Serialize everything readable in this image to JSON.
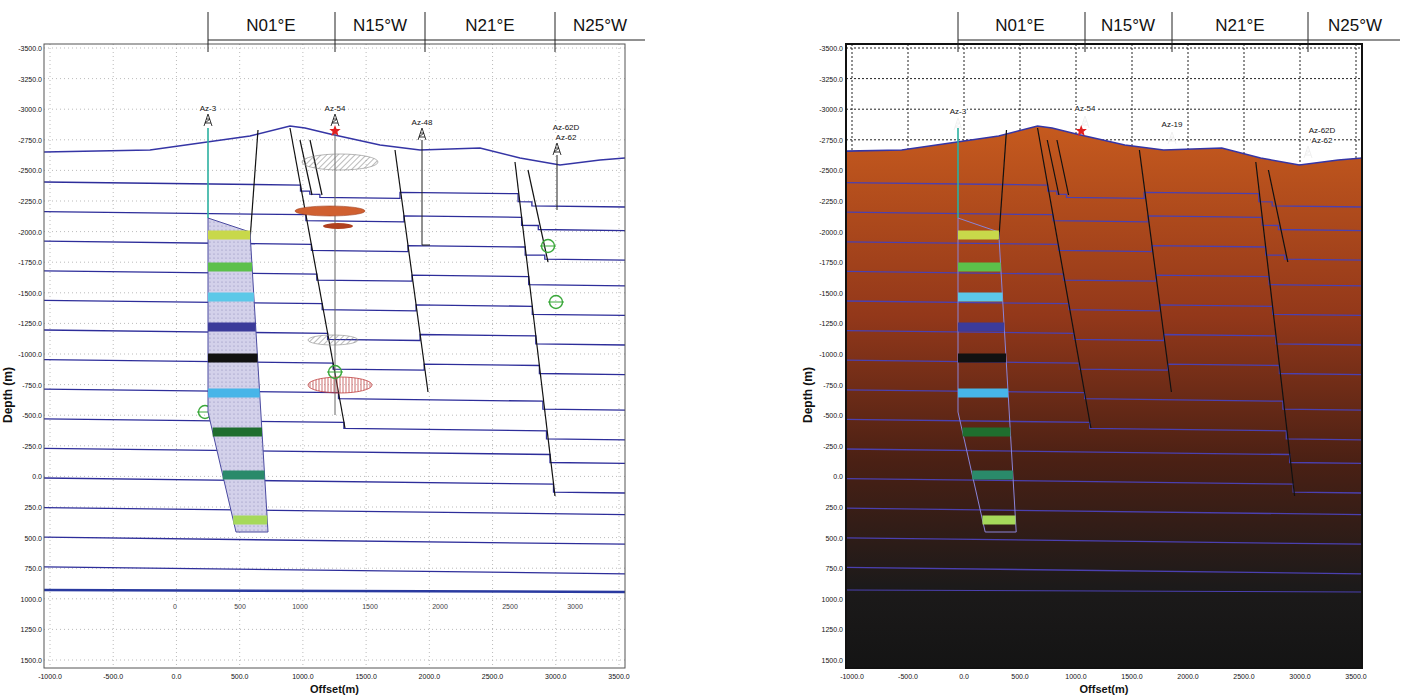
{
  "diagram": {
    "labels": [
      "N01°E",
      "N15°W",
      "N21°E",
      "N25°W",
      "Depth (m)",
      "-3500.0",
      "-3250.0",
      "-3000.0",
      "-2750.0",
      "-2500.0",
      "-2250.0",
      "-2000.0",
      "-1750.0",
      "-1500.0",
      "-1250.0",
      "-1000.0",
      "-750.0",
      "-500.0",
      "-250.0",
      "0.0",
      "250.0",
      "500.0",
      "750.0",
      "1000.0",
      "1250.0",
      "1500.0",
      "Offset(m)",
      "-1000.0",
      "-500.0",
      "0.0",
      "500.0",
      "1000.0",
      "1500.0",
      "2000.0",
      "2500.0",
      "3000.0",
      "3500.0",
      "Az-3",
      "Az-54",
      "Az-48",
      "Az-62D",
      "Az-62",
      "0",
      "500",
      "1000",
      "1500",
      "2000",
      "2500",
      "3000",
      "N01°E",
      "N15°W",
      "N21°E",
      "N25°W",
      "Depth (m)",
      "-3500.0",
      "-3250.0",
      "-3000.0",
      "-2750.0",
      "-2500.0",
      "-2250.0",
      "-2000.0",
      "-1750.0",
      "-1500.0",
      "-1250.0",
      "-1000.0",
      "-750.0",
      "-500.0",
      "-250.0",
      "0.0",
      "250.0",
      "500.0",
      "750.0",
      "1000.0",
      "1250.0",
      "1500.0",
      "Offset(m)",
      "-1000.0",
      "-500.0",
      "0.0",
      "500.0",
      "1000.0",
      "1500.0",
      "2000.0",
      "2500.0",
      "3000.0",
      "3500.0",
      "Az-3",
      "Az-54",
      "Az-19",
      "Az-62D",
      "Az-62"
    ]
  }
}
